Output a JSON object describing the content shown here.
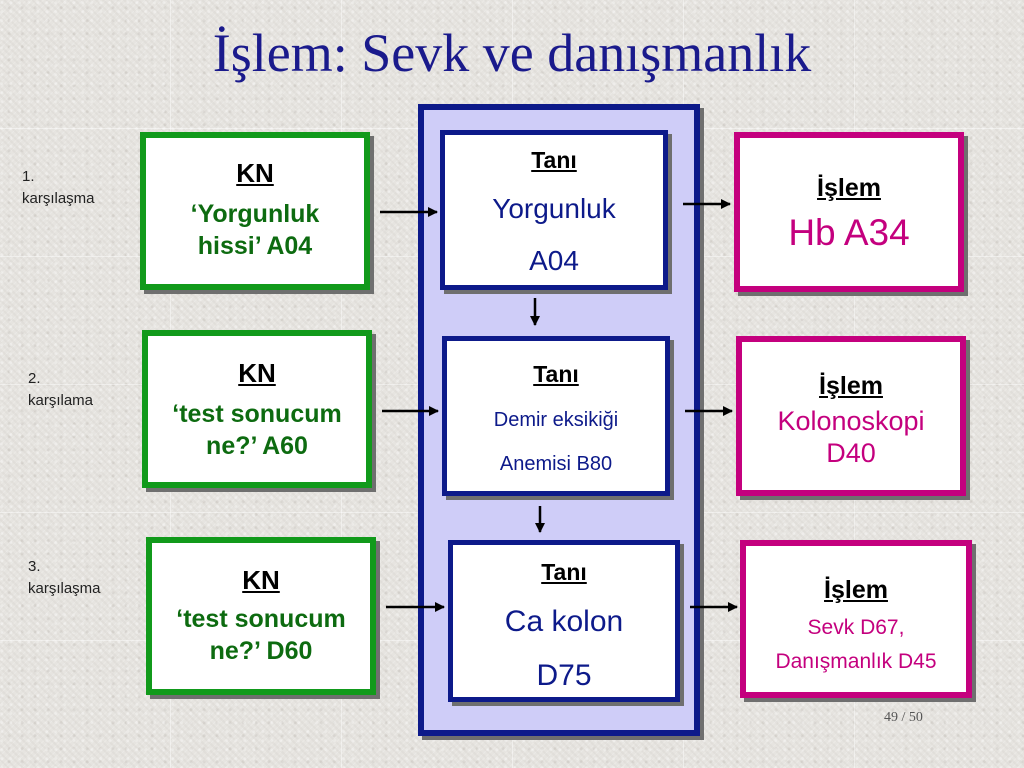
{
  "title": "İşlem: Sevk ve danışmanlık",
  "encounters": [
    {
      "label_line1": "1.",
      "label_line2": "karşılaşma",
      "kn": {
        "heading": "KN",
        "line1": "‘Yorgunluk",
        "line2": "hissi’ A04"
      },
      "tani": {
        "heading": "Tanı",
        "line1": "Yorgunluk",
        "line2": "A04"
      },
      "islem": {
        "heading": "İşlem",
        "line1": "Hb A34"
      }
    },
    {
      "label_line1": "2.",
      "label_line2": "karşılama",
      "kn": {
        "heading": "KN",
        "line1": "‘test sonucum",
        "line2": "ne?’ A60"
      },
      "tani": {
        "heading": "Tanı",
        "line1": "Demir eksikiği",
        "line2": "Anemisi B80"
      },
      "islem": {
        "heading": "İşlem",
        "line1": "Kolonoskopi",
        "line2": "D40"
      }
    },
    {
      "label_line1": "3.",
      "label_line2": "karşılaşma",
      "kn": {
        "heading": "KN",
        "line1": "‘test sonucum",
        "line2": "ne?’ D60"
      },
      "tani": {
        "heading": "Tanı",
        "line1": "Ca kolon",
        "line2": "D75"
      },
      "islem": {
        "heading": "İşlem",
        "line1": "Sevk D67,",
        "line2": "Danışmanlık D45"
      }
    }
  ],
  "page_number": "49",
  "page_total": "/ 50",
  "colors": {
    "title": "#1a1a8c",
    "kn_border": "#119a1b",
    "kn_text": "#0d6b10",
    "tani_border": "#0d1a8a",
    "center_fill": "#cfcdf8",
    "islem_border": "#c4007e"
  }
}
